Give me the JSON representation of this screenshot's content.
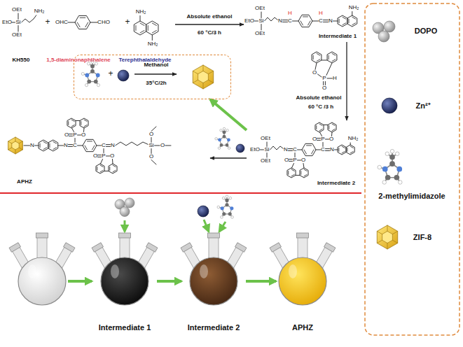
{
  "diagram": {
    "nodes": [
      {
        "text": [
          "KH550"
        ]
      },
      {
        "text": [
          "1,5-diaminonaphthalene"
        ]
      },
      {
        "text": [
          "Terephthalaldehyde"
        ]
      },
      {
        "text": [
          "Intermediate 1"
        ]
      },
      {
        "text": [
          "Intermediate 2"
        ]
      },
      {
        "text": [
          "APHZ"
        ]
      },
      {
        "text": [
          "Methanol",
          "35°C/2h"
        ]
      },
      {
        "text": [
          "Intermediate 1"
        ]
      },
      {
        "text": [
          "Intermediate 2"
        ]
      },
      {
        "text": [
          "APHZ"
        ]
      }
    ],
    "edges": [
      {
        "from": 2,
        "to": 3,
        "arrow": "to",
        "label": "Absolute ethanol"
      },
      {
        "from": 3,
        "to": 4,
        "arrow": "to",
        "label": "Absolute ethanol"
      },
      {
        "from": 4,
        "to": 5,
        "arrow": "to"
      },
      {
        "from": 4,
        "to": 6,
        "arrow": "to"
      },
      {
        "from": 7,
        "to": 8,
        "arrow": "to"
      },
      {
        "from": 8,
        "to": 9,
        "arrow": "to"
      }
    ],
    "labels": [
      "+",
      "+",
      "OEt",
      "EtO",
      "Si",
      "OEt",
      "NH₂",
      "OHC",
      "CHO",
      "NH₂",
      "NH₂",
      "60 °C/3 h",
      "OEt",
      "EtO",
      "Si",
      "OEt",
      "N",
      "C",
      "H",
      "C",
      "H",
      "N",
      "NH₂",
      "O",
      "P",
      "O",
      "H",
      "60 °C /3 h",
      "OEt",
      "EtO",
      "Si",
      "OEt",
      "N",
      "C",
      "P",
      "O",
      "O",
      "C",
      "P",
      "O",
      "O",
      "N",
      "NH₂",
      "N",
      "N",
      "C",
      "P",
      "O",
      "O",
      "C",
      "N",
      "P",
      "O",
      "O",
      "Si",
      "O",
      "O",
      "O",
      "+"
    ],
    "legend": [
      {
        "text": "DOPO"
      },
      {
        "text": "Zn²⁺"
      },
      {
        "text": "2-methylimidazole"
      },
      {
        "text": "ZIF-8"
      }
    ]
  }
}
